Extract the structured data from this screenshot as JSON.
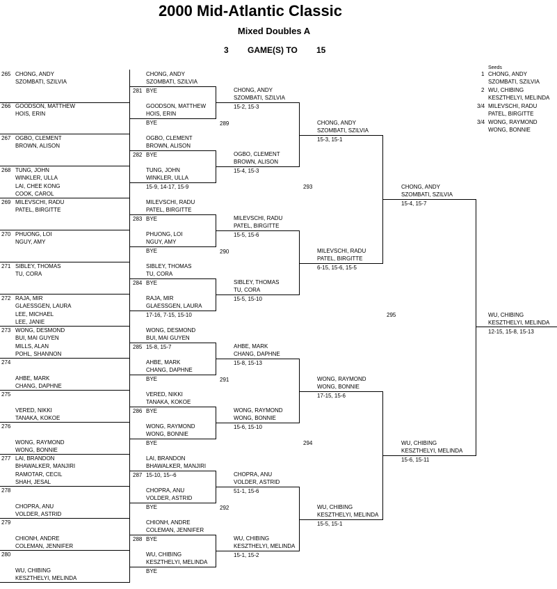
{
  "title": "2000 Mid-Atlantic Classic",
  "subtitle": "Mixed Doubles A",
  "games": {
    "count": "3",
    "label": "GAME(S) TO",
    "points": "15"
  },
  "entries": [
    {
      "num": "265",
      "p1": "CHONG, ANDY",
      "p2": "SZOMBATI, SZILVIA"
    },
    {
      "num": "266",
      "p1": "GOODSON, MATTHEW",
      "p2": "HOIS, ERIN"
    },
    {
      "num": "267",
      "p1": "OGBO, CLEMENT",
      "p2": "BROWN, ALISON"
    },
    {
      "num": "268",
      "p1": "TUNG, JOHN",
      "p2": "WINKLER, ULLA"
    },
    {
      "num": "",
      "p1": "LAI, CHEE KONG",
      "p2": "COOK, CAROL"
    },
    {
      "num": "269",
      "p1": "MILEVSCHI, RADU",
      "p2": "PATEL, BIRGITTE"
    },
    {
      "num": "270",
      "p1": "PHUONG, LOI",
      "p2": "NGUY, AMY"
    },
    {
      "num": "271",
      "p1": "SIBLEY, THOMAS",
      "p2": "TU, CORA"
    },
    {
      "num": "272",
      "p1": "RAJA, MIR",
      "p2": "GLAESSGEN, LAURA"
    },
    {
      "num": "",
      "p1": "LEE, MICHAEL",
      "p2": "LEE, JANIE"
    },
    {
      "num": "273",
      "p1": "WONG, DESMOND",
      "p2": "BUI, MAI GUYEN"
    },
    {
      "num": "",
      "p1": "MILLS, ALAN",
      "p2": "POHL, SHANNON"
    },
    {
      "num": "274",
      "p1": "",
      "p2": ""
    },
    {
      "num": "",
      "p1": "AHBE, MARK",
      "p2": "CHANG, DAPHNE"
    },
    {
      "num": "275",
      "p1": "",
      "p2": ""
    },
    {
      "num": "",
      "p1": "VERED, NIKKI",
      "p2": "TANAKA, KOKOE"
    },
    {
      "num": "276",
      "p1": "",
      "p2": ""
    },
    {
      "num": "",
      "p1": "WONG, RAYMOND",
      "p2": "WONG, BONNIE"
    },
    {
      "num": "277",
      "p1": "LAI, BRANDON",
      "p2": "BHAWALKER, MANJIRI"
    },
    {
      "num": "",
      "p1": "RAMOTAR, CECIL",
      "p2": "SHAH, JESAL"
    },
    {
      "num": "278",
      "p1": "",
      "p2": ""
    },
    {
      "num": "",
      "p1": "CHOPRA, ANU",
      "p2": "VOLDER, ASTRID"
    },
    {
      "num": "279",
      "p1": "",
      "p2": ""
    },
    {
      "num": "",
      "p1": "CHIONH, ANDRE",
      "p2": "COLEMAN, JENNIFER"
    },
    {
      "num": "280",
      "p1": "",
      "p2": ""
    },
    {
      "num": "",
      "p1": "WU, CHIBING",
      "p2": "KESZTHELYI, MELINDA"
    }
  ],
  "r1": [
    {
      "num": "281",
      "top": [
        "CHONG, ANDY",
        "SZOMBATI, SZILVIA"
      ],
      "bot": [
        "GOODSON, MATTHEW",
        "HOIS, ERIN"
      ],
      "topscore": "BYE",
      "botscore": "BYE"
    },
    {
      "num": "282",
      "top": [
        "OGBO, CLEMENT",
        "BROWN, ALISON"
      ],
      "bot": [
        "TUNG, JOHN",
        "WINKLER, ULLA"
      ],
      "topscore": "BYE",
      "botscore": "15-9, 14-17, 15-9"
    },
    {
      "num": "283",
      "top": [
        "MILEVSCHI, RADU",
        "PATEL, BIRGITTE"
      ],
      "bot": [
        "PHUONG, LOI",
        "NGUY, AMY"
      ],
      "topscore": "BYE",
      "botscore": "BYE"
    },
    {
      "num": "284",
      "top": [
        "SIBLEY, THOMAS",
        "TU, CORA"
      ],
      "bot": [
        "RAJA, MIR",
        "GLAESSGEN, LAURA"
      ],
      "topscore": "BYE",
      "botscore": "17-16, 7-15, 15-10"
    },
    {
      "num": "285",
      "top": [
        "WONG, DESMOND",
        "BUI, MAI GUYEN"
      ],
      "bot": [
        "AHBE, MARK",
        "CHANG, DAPHNE"
      ],
      "topscore": "15-8, 15-7",
      "botscore": "BYE"
    },
    {
      "num": "286",
      "top": [
        "VERED, NIKKI",
        "TANAKA, KOKOE"
      ],
      "bot": [
        "WONG, RAYMOND",
        "WONG, BONNIE"
      ],
      "topscore": "BYE",
      "botscore": "BYE"
    },
    {
      "num": "287",
      "top": [
        "LAI, BRANDON",
        "BHAWALKER, MANJIRI"
      ],
      "bot": [
        "CHOPRA, ANU",
        "VOLDER, ASTRID"
      ],
      "topscore": "15-10, 15--6",
      "botscore": "BYE"
    },
    {
      "num": "288",
      "top": [
        "CHIONH, ANDRE",
        "COLEMAN, JENNIFER"
      ],
      "bot": [
        "WU, CHIBING",
        "KESZTHELYI, MELINDA"
      ],
      "topscore": "BYE",
      "botscore": "BYE"
    }
  ],
  "r2": [
    {
      "num": "289",
      "top": [
        "CHONG, ANDY",
        "SZOMBATI, SZILVIA"
      ],
      "topscore": "15-2, 15-3",
      "bot": [
        "OGBO, CLEMENT",
        "BROWN, ALISON"
      ],
      "botscore": "15-4, 15-3"
    },
    {
      "num": "290",
      "top": [
        "MILEVSCHI, RADU",
        "PATEL, BIRGITTE"
      ],
      "topscore": "15-5, 15-6",
      "bot": [
        "SIBLEY, THOMAS",
        "TU, CORA"
      ],
      "botscore": "15-5, 15-10"
    },
    {
      "num": "291",
      "top": [
        "AHBE, MARK",
        "CHANG, DAPHNE"
      ],
      "topscore": "15-8, 15-13",
      "bot": [
        "WONG, RAYMOND",
        "WONG, BONNIE"
      ],
      "botscore": "15-6, 15-10"
    },
    {
      "num": "292",
      "top": [
        "CHOPRA, ANU",
        "VOLDER, ASTRID"
      ],
      "topscore": "51-1, 15-6",
      "bot": [
        "WU, CHIBING",
        "KESZTHELYI, MELINDA"
      ],
      "botscore": "15-1, 15-2"
    }
  ],
  "r3": [
    {
      "num": "293",
      "top": [
        "CHONG, ANDY",
        "SZOMBATI, SZILVIA"
      ],
      "topscore": "15-3, 15-1",
      "bot": [
        "MILEVSCHI, RADU",
        "PATEL, BIRGITTE"
      ],
      "botscore": "6-15, 15-6, 15-5"
    },
    {
      "num": "294",
      "top": [
        "WONG, RAYMOND",
        "WONG, BONNIE"
      ],
      "topscore": "17-15, 15-6",
      "bot": [
        "WU, CHIBING",
        "KESZTHELYI, MELINDA"
      ],
      "botscore": "15-5, 15-1"
    }
  ],
  "r4": [
    {
      "num": "295",
      "top": [
        "CHONG, ANDY",
        "SZOMBATI, SZILVIA"
      ],
      "topscore": "15-4, 15-7",
      "bot": [
        "WU, CHIBING",
        "KESZTHELYI, MELINDA"
      ],
      "botscore": "15-6, 15-11"
    }
  ],
  "final": {
    "p1": "WU, CHIBING",
    "p2": "KESZTHELYI, MELINDA",
    "score": "12-15, 15-8, 15-13"
  },
  "seeds": {
    "label": "Seeds",
    "items": [
      {
        "seed": "1",
        "p1": "CHONG, ANDY",
        "p2": "SZOMBATI, SZILVIA"
      },
      {
        "seed": "2",
        "p1": "WU, CHIBING",
        "p2": "KESZTHELYI, MELINDA"
      },
      {
        "seed": "3/4",
        "p1": "MILEVSCHI, RADU",
        "p2": "PATEL, BIRGITTE"
      },
      {
        "seed": "3/4",
        "p1": "WONG, RAYMOND",
        "p2": "WONG, BONNIE"
      }
    ]
  }
}
